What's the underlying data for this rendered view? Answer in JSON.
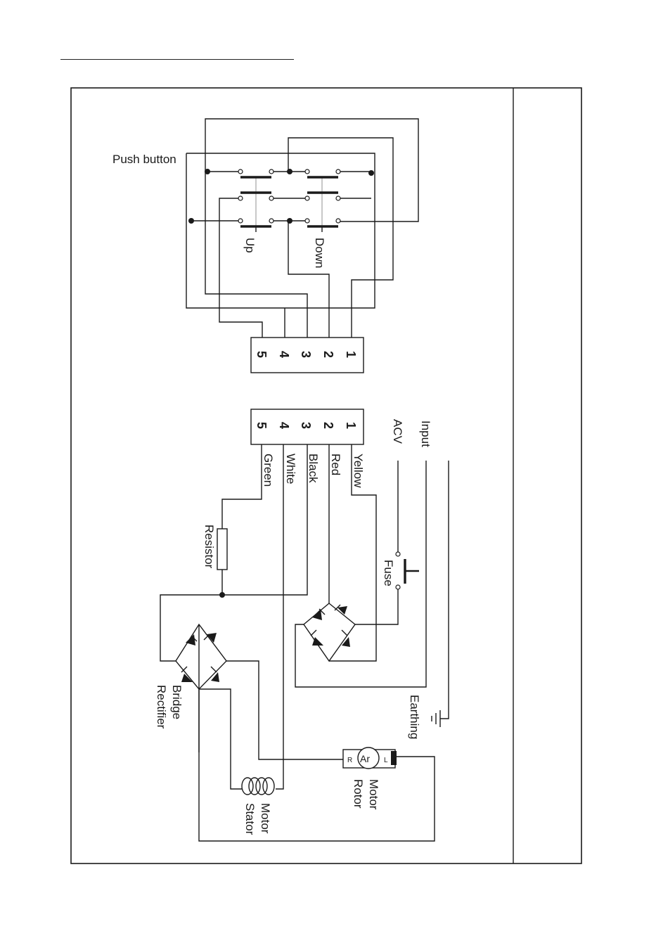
{
  "labels": {
    "push_button": "Push button",
    "up": "Up",
    "down": "Down",
    "input": "Input",
    "acv": "ACV",
    "fuse": "Fuse",
    "resistor": "Resistor",
    "bridge": "Bridge",
    "rectifier": "Rectifier",
    "earthing": "Earthing",
    "motor_stator_1": "Motor",
    "motor_stator_2": "Stator",
    "motor_rotor_1": "Motor",
    "motor_rotor_2": "Rotor",
    "rotor_symbol": "Ar",
    "rotor_l": "L",
    "rotor_r": "R"
  },
  "top_connector_pins": [
    "5",
    "4",
    "3",
    "2",
    "1"
  ],
  "bottom_connector_pins": [
    "5",
    "4",
    "3",
    "2",
    "1"
  ],
  "wire_colors": [
    "Green",
    "White",
    "Black",
    "Red",
    "Yellow"
  ]
}
